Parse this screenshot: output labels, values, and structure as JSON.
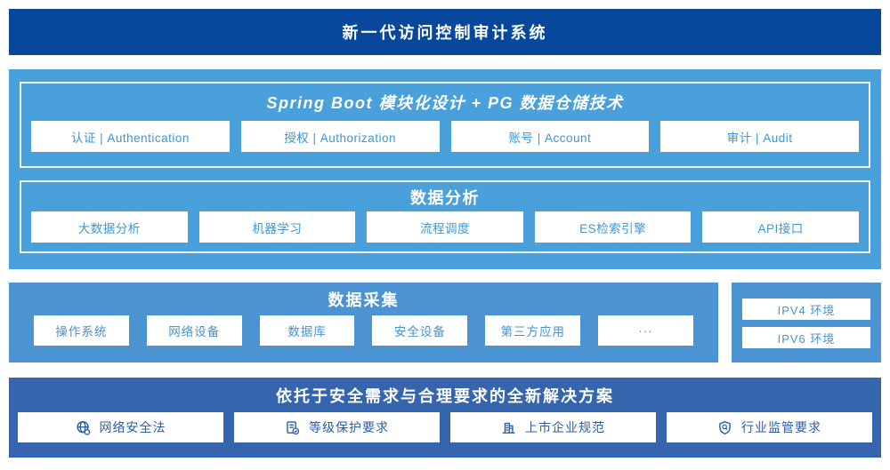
{
  "colors": {
    "banner_bg": "#07489c",
    "platform_bg": "#4aa0da",
    "collection_bg": "#4b93d1",
    "solution_bg": "#3465ad",
    "platform_box_text": "#3b97d6",
    "collection_box_text": "#4a92d0",
    "solution_box_text": "#2b5ca8"
  },
  "banner": {
    "title": "新一代访问控制审计系统"
  },
  "platform": {
    "modules": {
      "title": "Spring Boot 模块化设计 + PG 数据仓储技术",
      "items": [
        {
          "label": "认证 | Authentication"
        },
        {
          "label": "授权 | Authorization"
        },
        {
          "label": "账号 | Account"
        },
        {
          "label": "审计 | Audit"
        }
      ]
    },
    "analysis": {
      "title": "数据分析",
      "items": [
        {
          "label": "大数据分析"
        },
        {
          "label": "机器学习"
        },
        {
          "label": "流程调度"
        },
        {
          "label": "ES检索引擎"
        },
        {
          "label": "API接口"
        }
      ]
    }
  },
  "collection": {
    "title": "数据采集",
    "items": [
      {
        "label": "操作系统"
      },
      {
        "label": "网络设备"
      },
      {
        "label": "数据库"
      },
      {
        "label": "安全设备"
      },
      {
        "label": "第三方应用"
      },
      {
        "label": "···"
      }
    ]
  },
  "environments": {
    "items": [
      {
        "label": "IPV4 环境"
      },
      {
        "label": "IPV6 环境"
      }
    ]
  },
  "solution": {
    "title": "依托于安全需求与合理要求的全新解决方案",
    "items": [
      {
        "label": "网络安全法",
        "icon": "globe-icon"
      },
      {
        "label": "等级保护要求",
        "icon": "document-check-icon"
      },
      {
        "label": "上市企业规范",
        "icon": "building-icon"
      },
      {
        "label": "行业监管要求",
        "icon": "shield-search-icon"
      }
    ]
  }
}
